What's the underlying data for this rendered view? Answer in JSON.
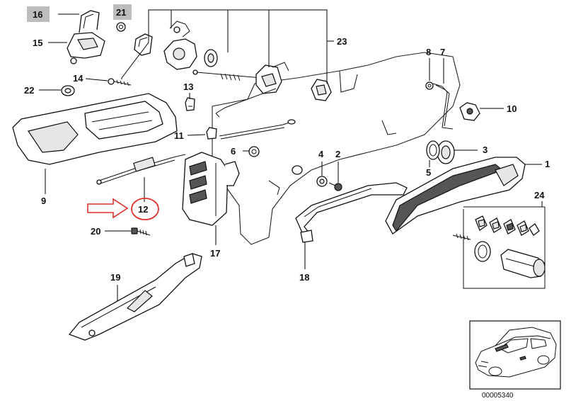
{
  "diagram": {
    "callouts": [
      {
        "id": "c1",
        "label": "1"
      },
      {
        "id": "c2",
        "label": "2"
      },
      {
        "id": "c3",
        "label": "3"
      },
      {
        "id": "c4",
        "label": "4"
      },
      {
        "id": "c5",
        "label": "5"
      },
      {
        "id": "c6",
        "label": "6"
      },
      {
        "id": "c7",
        "label": "7"
      },
      {
        "id": "c8",
        "label": "8"
      },
      {
        "id": "c9",
        "label": "9"
      },
      {
        "id": "c10",
        "label": "10"
      },
      {
        "id": "c11",
        "label": "11"
      },
      {
        "id": "c12",
        "label": "12"
      },
      {
        "id": "c13",
        "label": "13"
      },
      {
        "id": "c14",
        "label": "14"
      },
      {
        "id": "c15",
        "label": "15"
      },
      {
        "id": "c16",
        "label": "16"
      },
      {
        "id": "c17",
        "label": "17"
      },
      {
        "id": "c18",
        "label": "18"
      },
      {
        "id": "c19",
        "label": "19"
      },
      {
        "id": "c20",
        "label": "20"
      },
      {
        "id": "c21",
        "label": "21"
      },
      {
        "id": "c22",
        "label": "22"
      },
      {
        "id": "c23",
        "label": "23"
      },
      {
        "id": "c24",
        "label": "24"
      }
    ],
    "highlighted_part": "12",
    "highlight_color": "#e0302a",
    "shaded_label_color": "#bdbdbd",
    "drawing_code": "00005340"
  }
}
